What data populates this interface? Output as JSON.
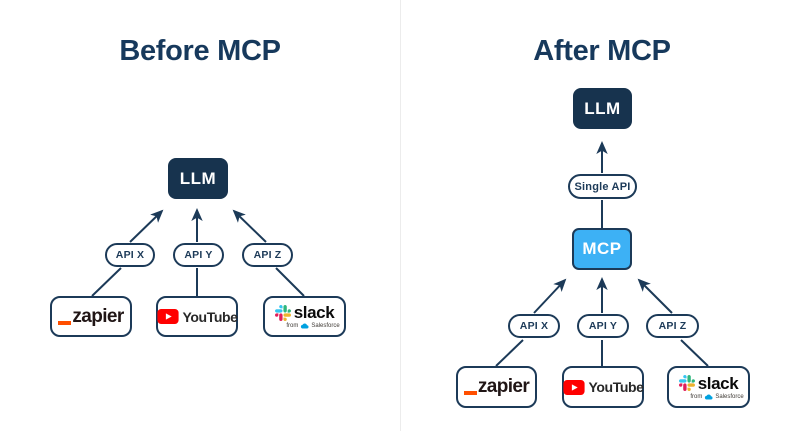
{
  "page": {
    "background": "#ffffff",
    "divider_color": "#ececec"
  },
  "colors": {
    "navy_line": "#1c3a58",
    "title_navy": "#17395c",
    "llm_fill": "#17334e",
    "mcp_fill": "#3db1f5",
    "zapier_orange": "#ff4f00",
    "zapier_text": "#201515",
    "youtube_red": "#ff0000",
    "youtube_text": "#282828",
    "slack_blue": "#36c5f0",
    "slack_green": "#2eb67d",
    "slack_yellow": "#ecb22e",
    "slack_pink": "#e01e5a",
    "salesforce_blue": "#00a1e0"
  },
  "before": {
    "title": "Before MCP",
    "llm_label": "LLM",
    "pills": [
      "API X",
      "API Y",
      "API Z"
    ]
  },
  "after": {
    "title": "After MCP",
    "llm_label": "LLM",
    "single_api_label": "Single API",
    "mcp_label": "MCP",
    "pills": [
      "API X",
      "API Y",
      "API Z"
    ]
  },
  "services": {
    "zapier_label": "zapier",
    "youtube_label": "YouTube",
    "slack_label": "slack",
    "slack_from": "from",
    "slack_salesforce": "Salesforce"
  }
}
